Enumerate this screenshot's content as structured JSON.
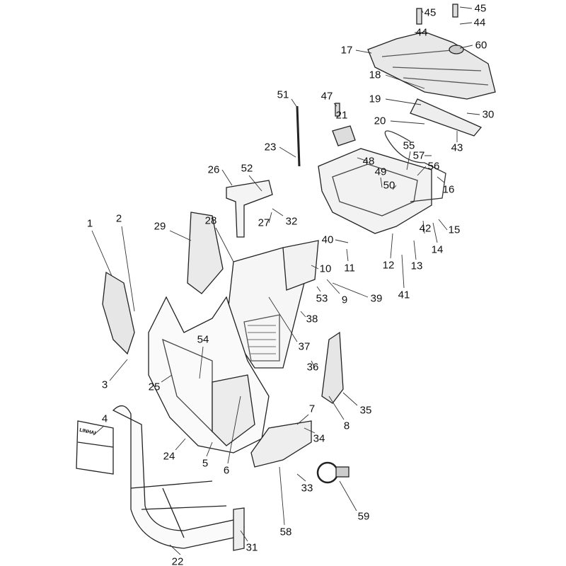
{
  "diagram": {
    "type": "exploded-parts-diagram",
    "callouts": [
      "45",
      "45",
      "44",
      "44",
      "17",
      "60",
      "18",
      "47",
      "19",
      "51",
      "21",
      "20",
      "30",
      "23",
      "55",
      "57",
      "43",
      "48",
      "56",
      "26",
      "52",
      "49",
      "50",
      "16",
      "29",
      "28",
      "27",
      "32",
      "15",
      "42",
      "1",
      "2",
      "40",
      "14",
      "12",
      "13",
      "11",
      "10",
      "41",
      "9",
      "39",
      "53",
      "38",
      "37",
      "36",
      "3",
      "25",
      "54",
      "35",
      "7",
      "8",
      "34",
      "4",
      "24",
      "5",
      "6",
      "33",
      "59",
      "58",
      "31",
      "22"
    ],
    "emblem_text": "LINHAI"
  }
}
